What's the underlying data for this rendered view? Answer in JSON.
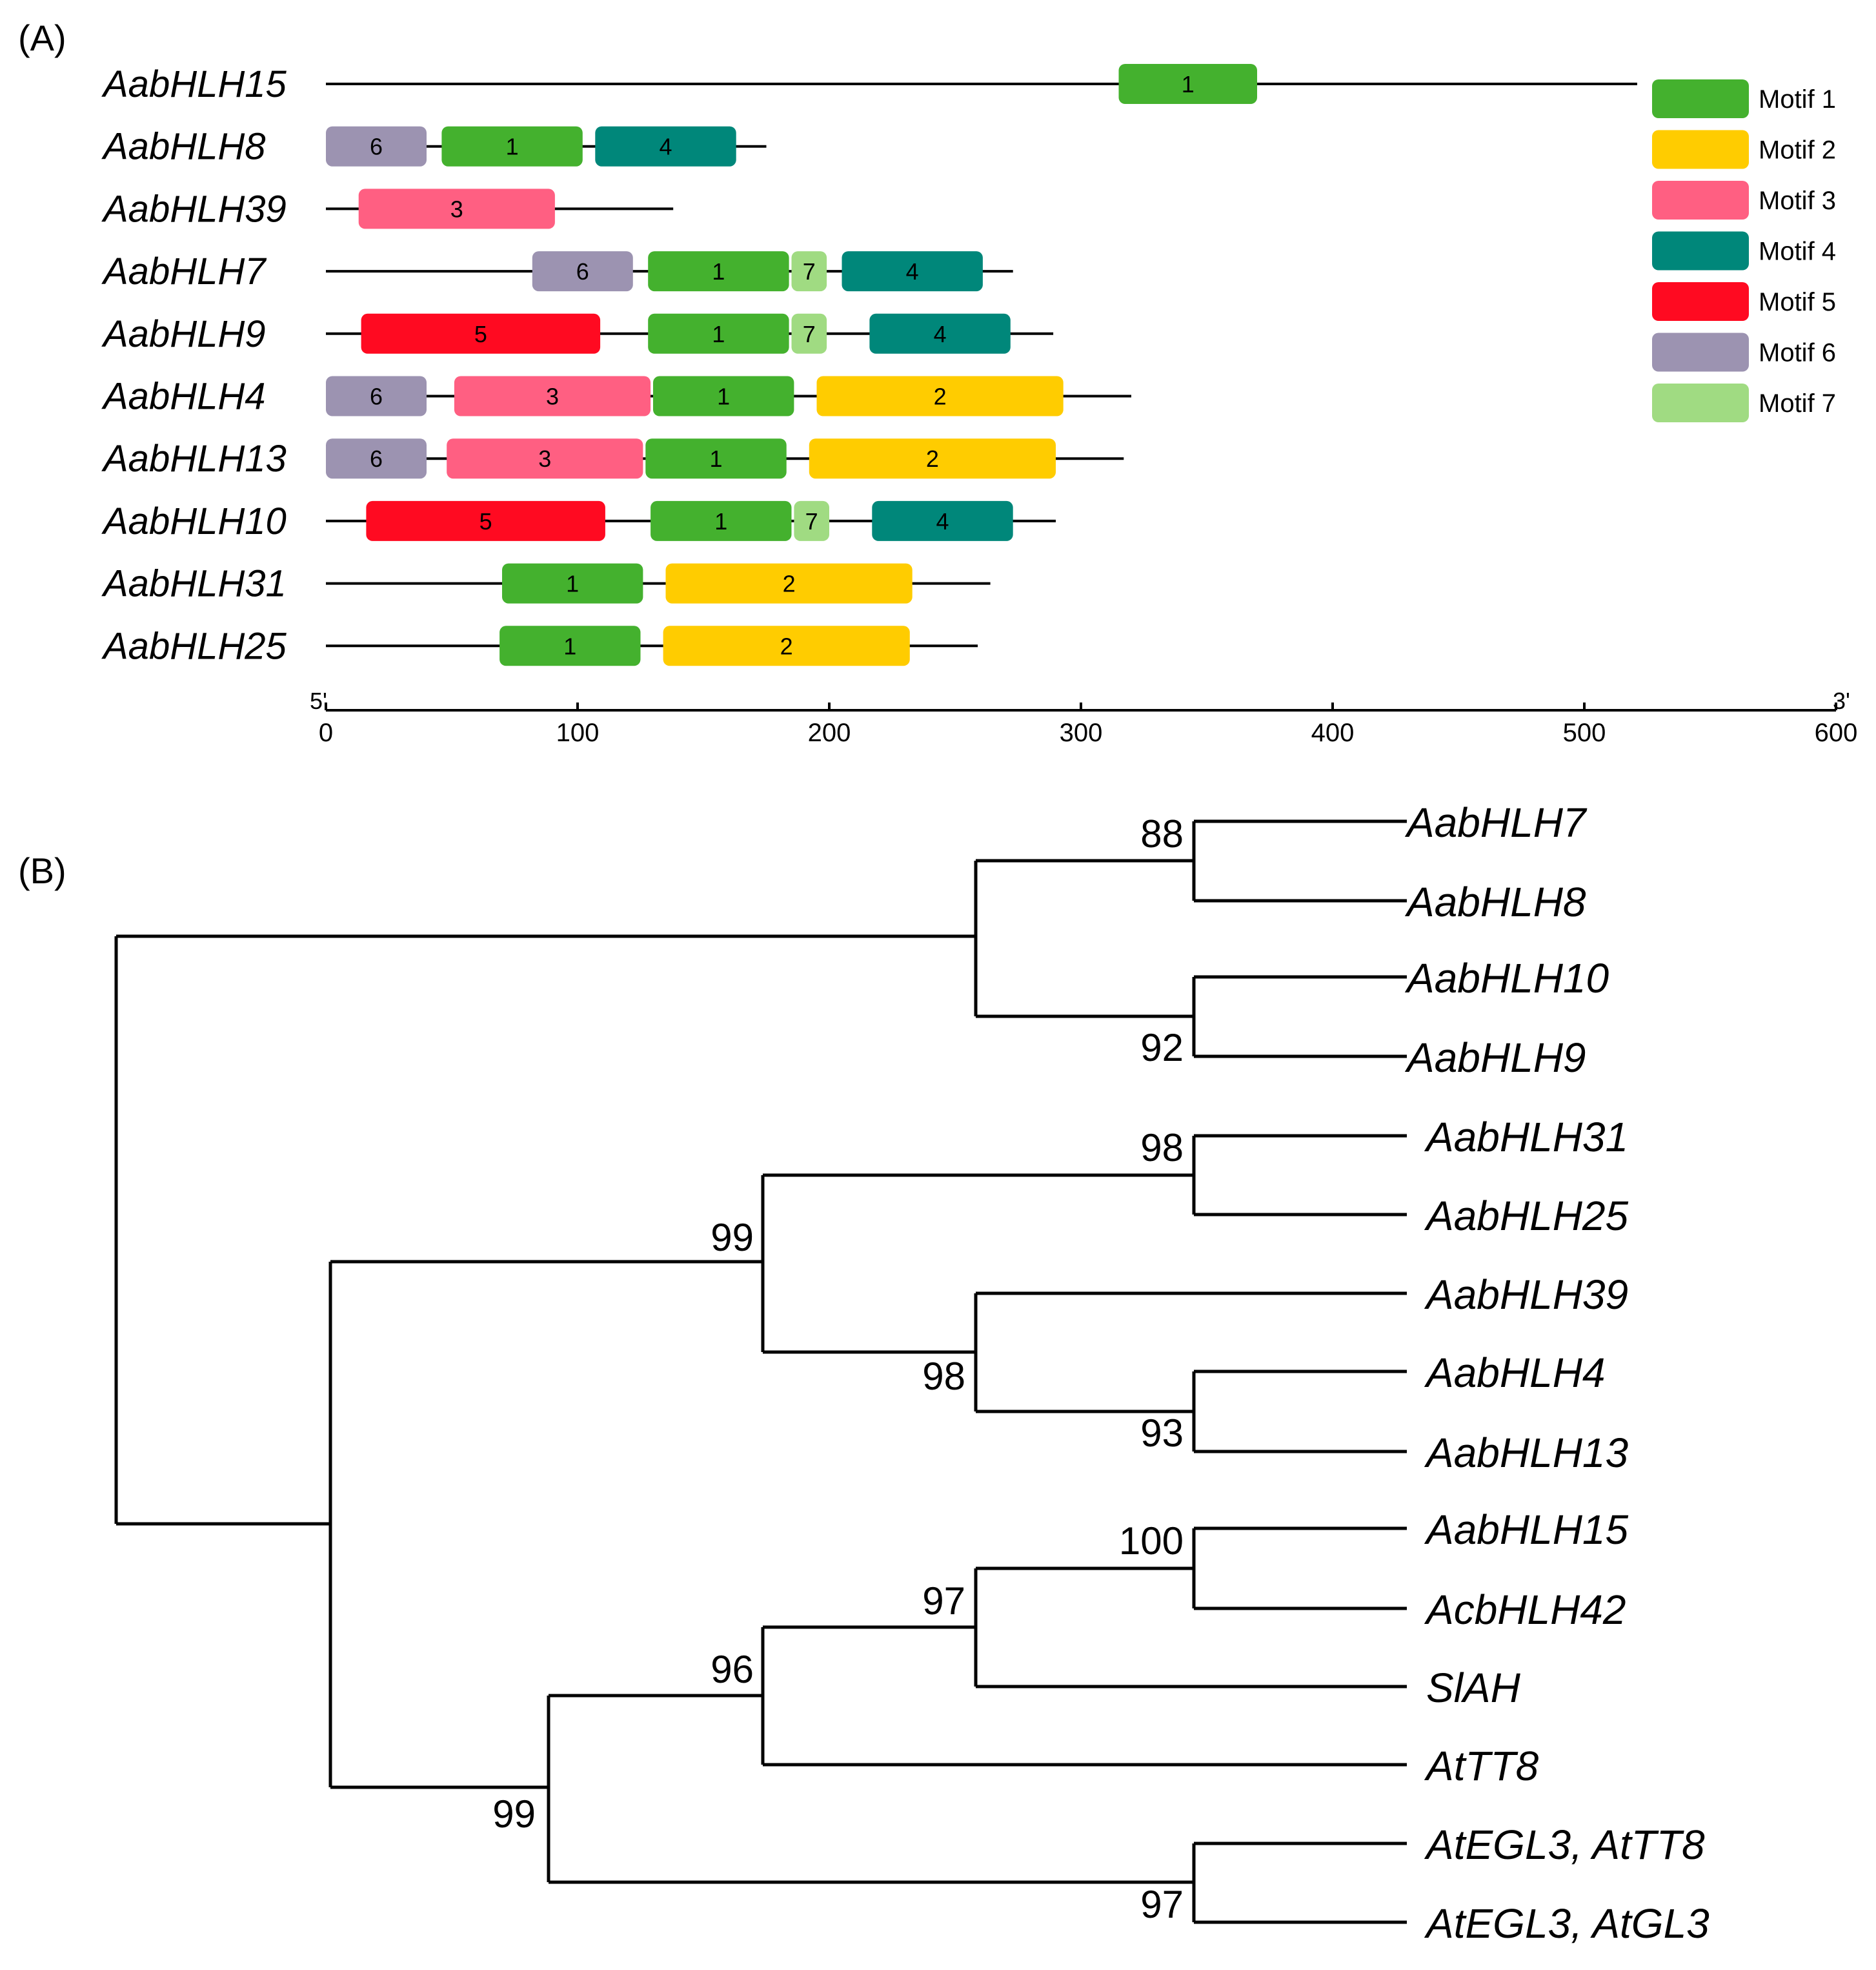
{
  "panel_a": {
    "label": "(A)"
  },
  "panel_b": {
    "label": "(B)"
  },
  "motif_types": [
    {
      "id": 1,
      "name": "Motif 1",
      "color": "#44B12E"
    },
    {
      "id": 2,
      "name": "Motif 2",
      "color": "#FFCC00"
    },
    {
      "id": 3,
      "name": "Motif 3",
      "color": "#FF5F82"
    },
    {
      "id": 4,
      "name": "Motif 4",
      "color": "#00877A"
    },
    {
      "id": 5,
      "name": "Motif 5",
      "color": "#FF0A21"
    },
    {
      "id": 6,
      "name": "Motif 6",
      "color": "#9C93B1"
    },
    {
      "id": 7,
      "name": "Motif 7",
      "color": "#A0DB82"
    }
  ],
  "motif_number_labels": [
    "1",
    "2",
    "3",
    "4",
    "5",
    "6",
    "7"
  ],
  "genes": [
    {
      "name": "AabHLH15",
      "length": 521,
      "motifs": [
        {
          "id": 1,
          "start": 315,
          "end": 370
        }
      ]
    },
    {
      "name": "AabHLH8",
      "length": 175,
      "motifs": [
        {
          "id": 6,
          "start": 0,
          "end": 40
        },
        {
          "id": 1,
          "start": 46,
          "end": 102
        },
        {
          "id": 4,
          "start": 107,
          "end": 163
        }
      ]
    },
    {
      "name": "AabHLH39",
      "length": 138,
      "motifs": [
        {
          "id": 3,
          "start": 13,
          "end": 91
        }
      ]
    },
    {
      "name": "AabHLH7",
      "length": 273,
      "motifs": [
        {
          "id": 6,
          "start": 82,
          "end": 122
        },
        {
          "id": 1,
          "start": 128,
          "end": 184
        },
        {
          "id": 7,
          "start": 185,
          "end": 199
        },
        {
          "id": 4,
          "start": 205,
          "end": 261
        }
      ]
    },
    {
      "name": "AabHLH9",
      "length": 289,
      "motifs": [
        {
          "id": 5,
          "start": 14,
          "end": 109
        },
        {
          "id": 1,
          "start": 128,
          "end": 184
        },
        {
          "id": 7,
          "start": 185,
          "end": 199
        },
        {
          "id": 4,
          "start": 216,
          "end": 272
        }
      ]
    },
    {
      "name": "AabHLH4",
      "length": 320,
      "motifs": [
        {
          "id": 6,
          "start": 0,
          "end": 40
        },
        {
          "id": 3,
          "start": 51,
          "end": 129
        },
        {
          "id": 1,
          "start": 130,
          "end": 186
        },
        {
          "id": 2,
          "start": 195,
          "end": 293
        }
      ]
    },
    {
      "name": "AabHLH13",
      "length": 317,
      "motifs": [
        {
          "id": 6,
          "start": 0,
          "end": 40
        },
        {
          "id": 3,
          "start": 48,
          "end": 126
        },
        {
          "id": 1,
          "start": 127,
          "end": 183
        },
        {
          "id": 2,
          "start": 192,
          "end": 290
        }
      ]
    },
    {
      "name": "AabHLH10",
      "length": 290,
      "motifs": [
        {
          "id": 5,
          "start": 16,
          "end": 111
        },
        {
          "id": 1,
          "start": 129,
          "end": 185
        },
        {
          "id": 7,
          "start": 186,
          "end": 200
        },
        {
          "id": 4,
          "start": 217,
          "end": 273
        }
      ]
    },
    {
      "name": "AabHLH31",
      "length": 264,
      "motifs": [
        {
          "id": 1,
          "start": 70,
          "end": 126
        },
        {
          "id": 2,
          "start": 135,
          "end": 233
        }
      ]
    },
    {
      "name": "AabHLH25",
      "length": 259,
      "motifs": [
        {
          "id": 1,
          "start": 69,
          "end": 125
        },
        {
          "id": 2,
          "start": 134,
          "end": 232
        }
      ]
    }
  ],
  "axis": {
    "ticks": [
      "0",
      "100",
      "200",
      "300",
      "400",
      "500",
      "600"
    ],
    "tick_values": [
      0,
      100,
      200,
      300,
      400,
      500,
      600
    ],
    "start_label": "5'",
    "end_label": "3'",
    "range": [
      0,
      600
    ]
  },
  "tree": {
    "leaves": [
      "AabHLH7",
      "AabHLH8",
      "AabHLH10",
      "AabHLH9",
      "AabHLH31",
      "AabHLH25",
      "AabHLH39",
      "AabHLH4",
      "AabHLH13",
      "AabHLH15",
      "AcbHLH42",
      "SlAH",
      "AtTT8",
      "AtEGL3, AtTT8",
      "AtEGL3, AtGL3"
    ],
    "bootstraps": [
      "88",
      "92",
      "98",
      "99",
      "98",
      "93",
      "100",
      "97",
      "96",
      "99",
      "97"
    ]
  }
}
